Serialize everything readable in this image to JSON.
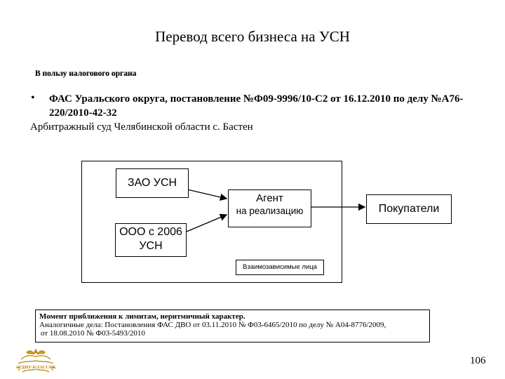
{
  "slide": {
    "title": "Перевод всего бизнеса на УСН",
    "subtitle": "В пользу налогового органа",
    "bullet_marker": "•",
    "bullet_text": "ФАС Уральского округа, постановление №Ф09-9996/10-С2 от 16.12.2010 по делу №А76-220/2010-42-32",
    "court_text": "Арбитражный суд Челябинской области с. Бастен",
    "page_number": "106"
  },
  "diagram": {
    "zao": "ЗАО УСН",
    "ooo_line1": "ООО с 2006",
    "ooo_line2": "УСН",
    "agent_line1": "Агент",
    "agent_line2": "на реализацию",
    "buyers": "Покупатели",
    "related": "Взаимозависимые лица"
  },
  "note": {
    "line1": "Момент приближения к лимитам, неритмичный характер.",
    "line2": "Аналогичные дела: Постановления ФАС ДВО от 03.11.2010 № Ф03-6465/2010 по делу № А04-8776/2009,",
    "line3": "от 18.08.2010 № Ф03-5493/2010"
  },
  "logo": {
    "text": "АУДИТ-КЛАССИК",
    "color": "#b8860b"
  }
}
